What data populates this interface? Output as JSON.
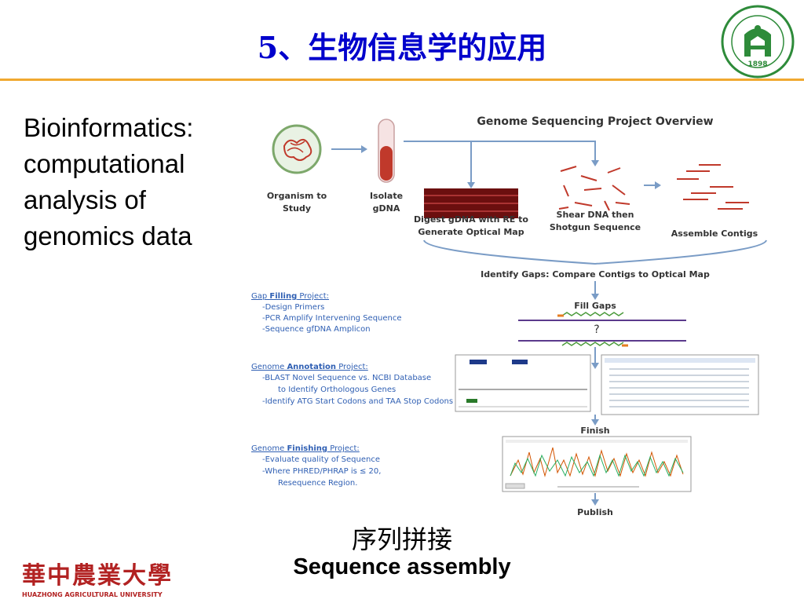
{
  "header": {
    "title": "5、生物信息学的应用"
  },
  "left_text": {
    "lines": [
      "Bioinformatics:",
      "computational",
      "analysis of",
      "genomics data"
    ]
  },
  "diagram": {
    "title": "Genome Sequencing Project Overview",
    "steps": {
      "organism": "Organism to Study",
      "isolate": "Isolate gDNA",
      "digest": "Digest gDNA with RE to Generate Optical Map",
      "shear": "Shear DNA then Shotgun Sequence",
      "assemble": "Assemble Contigs",
      "identify": "Identify Gaps:  Compare Contigs to Optical Map",
      "fill": "Fill Gaps",
      "question": "?",
      "finish": "Finish",
      "publish": "Publish"
    },
    "projects": [
      {
        "head_prefix": "Gap ",
        "head_bold": "Filling",
        "head_suffix": " Project:",
        "items": [
          "-Design Primers",
          "-PCR Amplify Intervening Sequence",
          "-Sequence gfDNA Amplicon"
        ]
      },
      {
        "head_prefix": "Genome ",
        "head_bold": "Annotation",
        "head_suffix": " Project:",
        "items": [
          "-BLAST Novel Sequence vs. NCBI Database",
          "to Identify Orthologous Genes",
          "-Identify ATG Start Codons and TAA Stop Codons"
        ]
      },
      {
        "head_prefix": "Genome ",
        "head_bold": "Finishing",
        "head_suffix": " Project:",
        "items": [
          "-Evaluate quality of Sequence",
          "-Where PHRED/PHRAP is ≤ 20,",
          "Resequence Region."
        ]
      }
    ]
  },
  "captions": {
    "chinese": "序列拼接",
    "english": "Sequence assembly"
  },
  "university": {
    "name_cn": "華中農業大學",
    "name_en": "HUAZHONG AGRICULTURAL UNIVERSITY",
    "seal_year": "1898"
  },
  "colors": {
    "title": "#0000cc",
    "rule": "#f0a830",
    "project_text": "#2f5fb3",
    "arrow": "#7a9cc6",
    "logo_red": "#b22222",
    "seal_green": "#2e8b3a"
  }
}
